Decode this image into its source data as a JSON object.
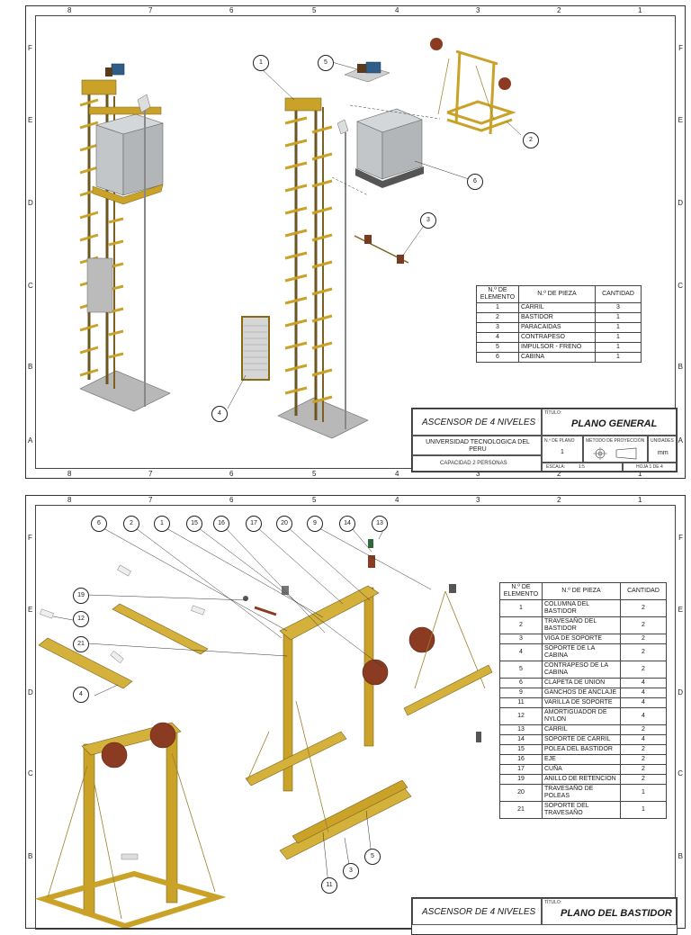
{
  "sheet1": {
    "col_numbers": [
      "8",
      "7",
      "6",
      "5",
      "4",
      "3",
      "2",
      "1"
    ],
    "row_letters": [
      "F",
      "E",
      "D",
      "C",
      "B",
      "A"
    ],
    "balloons": [
      {
        "label": "1"
      },
      {
        "label": "5"
      },
      {
        "label": "2"
      },
      {
        "label": "6"
      },
      {
        "label": "3"
      },
      {
        "label": "4"
      }
    ],
    "bom": {
      "headers": [
        "N.º DE ELEMENTO",
        "N.º DE PIEZA",
        "CANTIDAD"
      ],
      "rows": [
        [
          "1",
          "CARRIL",
          "3"
        ],
        [
          "2",
          "BASTIDOR",
          "1"
        ],
        [
          "3",
          "PARACAIDAS",
          "1"
        ],
        [
          "4",
          "CONTRAPESO",
          "1"
        ],
        [
          "5",
          "IMPULSOR - FRENO",
          "1"
        ],
        [
          "6",
          "CABINA",
          "1"
        ]
      ]
    },
    "title_block": {
      "project": "ASCENSOR DE 4 NIVELES",
      "title_label": "TÍTULO:",
      "title": "PLANO GENERAL",
      "university": "UNIVERSIDAD TECNOLOGICA DEL PERU",
      "capacity": "CAPACIDAD 2 PERSONAS",
      "plan_no_label": "N.º DE PLANO",
      "plan_no": "1",
      "projection_label": "MÉTODO DE PROYECCIÓN",
      "units_label": "UNIDADES",
      "units": "mm",
      "scale_label": "ESCALA:",
      "scale": "1:5",
      "sheet_label": "HOJA 1 DE 4"
    }
  },
  "sheet2": {
    "col_numbers": [
      "8",
      "7",
      "6",
      "5",
      "4",
      "3",
      "2",
      "1"
    ],
    "row_letters": [
      "F",
      "E",
      "D",
      "C",
      "B"
    ],
    "balloons": [
      {
        "label": "6"
      },
      {
        "label": "2"
      },
      {
        "label": "1"
      },
      {
        "label": "15"
      },
      {
        "label": "16"
      },
      {
        "label": "17"
      },
      {
        "label": "20"
      },
      {
        "label": "9"
      },
      {
        "label": "14"
      },
      {
        "label": "13"
      },
      {
        "label": "19"
      },
      {
        "label": "12"
      },
      {
        "label": "21"
      },
      {
        "label": "4"
      },
      {
        "label": "5"
      },
      {
        "label": "3"
      },
      {
        "label": "11"
      }
    ],
    "bom": {
      "headers": [
        "N.º DE ELEMENTO",
        "N.º DE PIEZA",
        "CANTIDAD"
      ],
      "rows": [
        [
          "1",
          "COLUMNA DEL BASTIDOR",
          "2"
        ],
        [
          "2",
          "TRAVESAÑO DEL BASTIDOR",
          "2"
        ],
        [
          "3",
          "VIGA DE SOPORTE",
          "2"
        ],
        [
          "4",
          "SOPORTE DE LA CABINA",
          "2"
        ],
        [
          "5",
          "CONTRAPESO DE LA CABINA",
          "2"
        ],
        [
          "6",
          "CLAPETA DE UNION",
          "4"
        ],
        [
          "9",
          "GANCHOS DE ANCLAJE",
          "4"
        ],
        [
          "11",
          "VARILLA DE SOPORTE",
          "4"
        ],
        [
          "12",
          "AMORTIGUADOR DE NYLON",
          "4"
        ],
        [
          "13",
          "CARRIL",
          "2"
        ],
        [
          "14",
          "SOPORTE DE CARRIL",
          "4"
        ],
        [
          "15",
          "POLEA DEL BASTIDOR",
          "2"
        ],
        [
          "16",
          "EJE",
          "2"
        ],
        [
          "17",
          "CUÑA",
          "2"
        ],
        [
          "19",
          "ANILLO DE RETENCION",
          "2"
        ],
        [
          "20",
          "TRAVESAÑO DE POLEAS",
          "1"
        ],
        [
          "21",
          "SOPORTE DEL TRAVESAÑO",
          "1"
        ]
      ]
    },
    "title_block": {
      "project": "ASCENSOR DE 4 NIVELES",
      "title_label": "TÍTULO:",
      "title": "PLANO DEL BASTIDOR"
    }
  },
  "colors": {
    "steel": "#c9a227",
    "steel_dark": "#8a6a10",
    "motor": "#2f5d8a",
    "glass": "#b9bdc1",
    "pulley": "#8a3b22"
  }
}
